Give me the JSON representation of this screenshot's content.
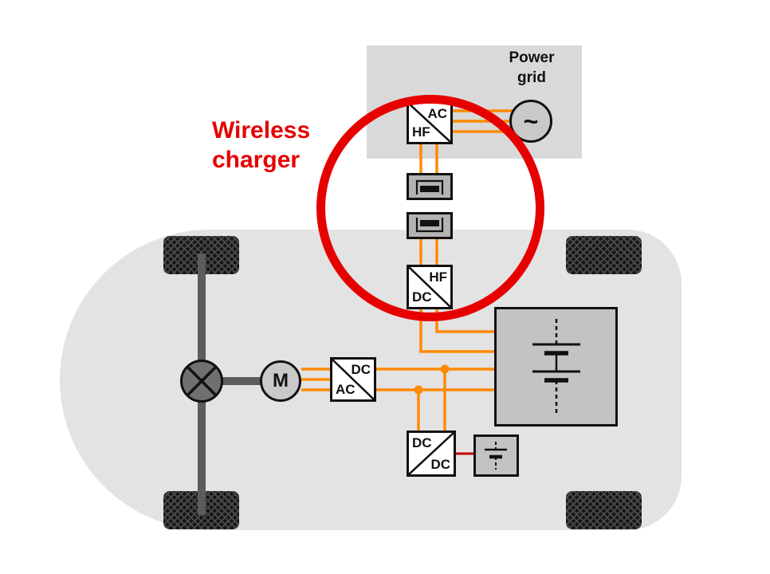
{
  "annotation": {
    "label": "Wireless\ncharger"
  },
  "power_grid": {
    "label": "Power\ngrid",
    "source_symbol": "~"
  },
  "converters": {
    "grid_rectifier": {
      "top": "AC",
      "bottom": "HF"
    },
    "onboard_rectifier": {
      "top": "HF",
      "bottom": "DC"
    },
    "traction_inverter": {
      "top": "DC",
      "bottom": "AC"
    },
    "dc_dc_converter": {
      "top": "DC",
      "bottom": "DC"
    }
  },
  "drivetrain": {
    "motor_label": "M"
  },
  "colors": {
    "wire_orange": "#ff8a00",
    "highlight_red": "#e60000",
    "aux_link_red": "#c00000"
  }
}
